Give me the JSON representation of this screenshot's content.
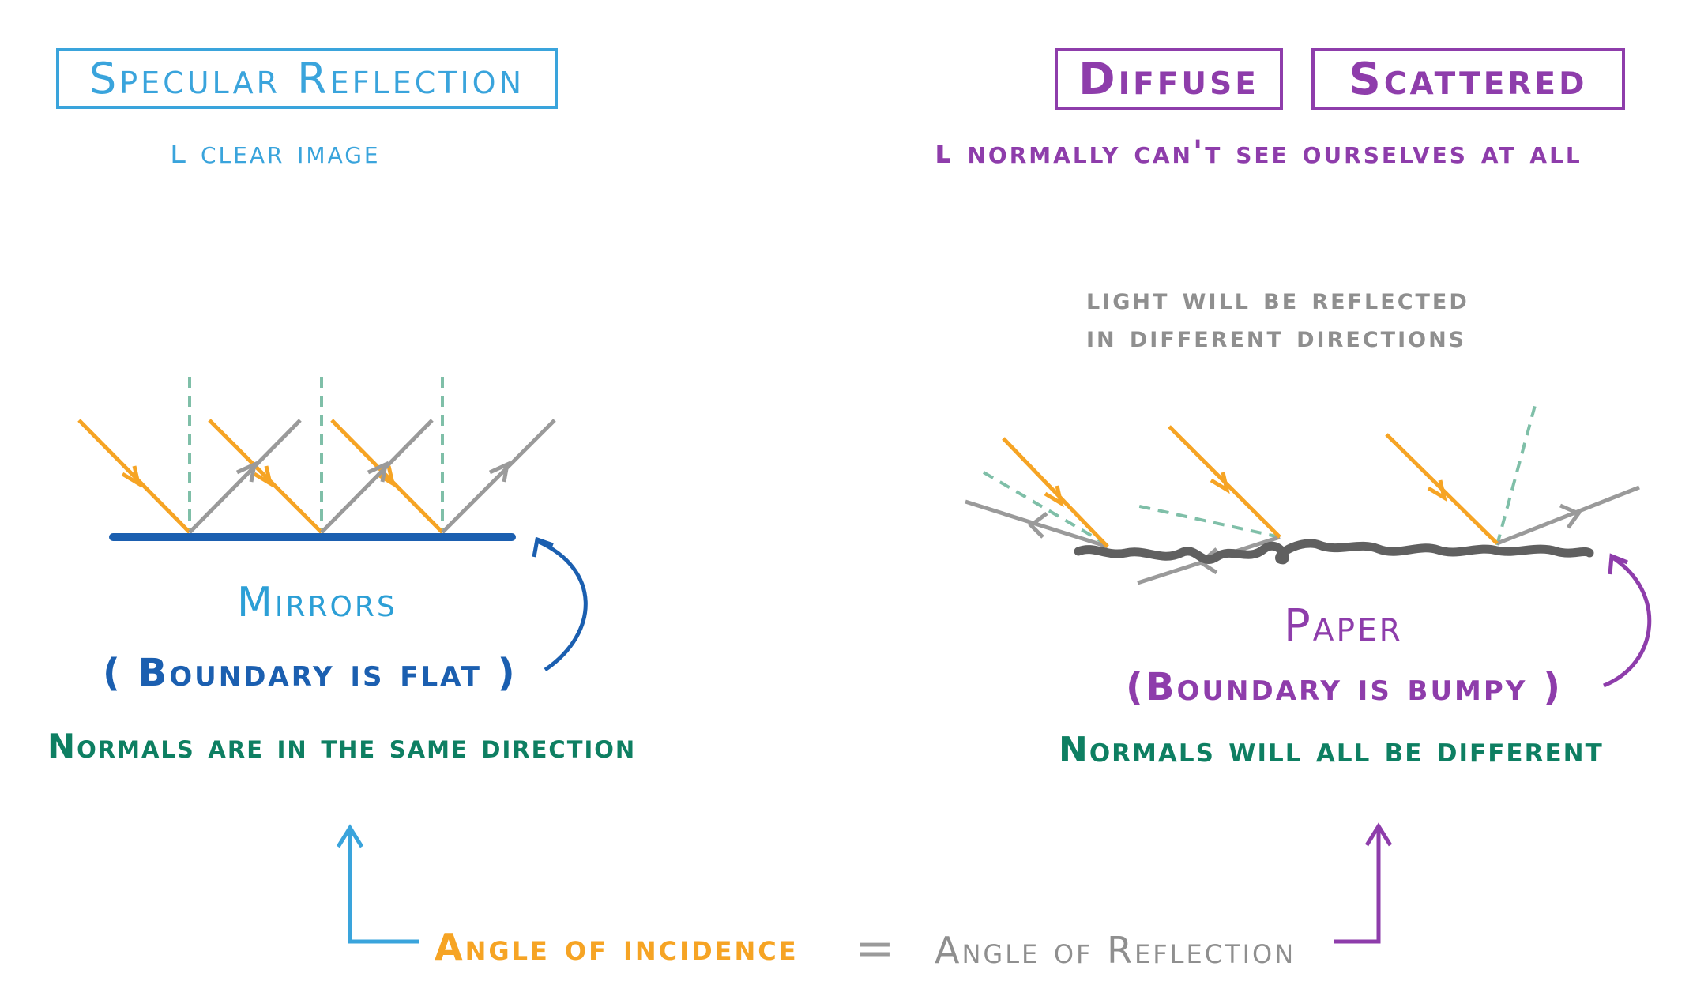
{
  "specular": {
    "title": "Specular Reflection",
    "note": "ʟ clear image",
    "surface_label": "Mirrors",
    "boundary": "( Boundary is flat )",
    "normals": "Normals are in the same direction"
  },
  "diffuse": {
    "title_1": "Diffuse",
    "title_2": "Scattered",
    "note": "ʟ normally can't see ourselves at all",
    "light_line_1": "light will be reflected",
    "light_line_2": "in different directions",
    "surface_label": "Paper",
    "boundary": "(Boundary is bumpy )",
    "normals": "Normals will all be different"
  },
  "law": {
    "incidence": "Angle of incidence",
    "equals": "=",
    "reflection": "Angle of Reflection"
  },
  "colors": {
    "blue": "#3aa4dc",
    "dark_blue": "#1b5fb0",
    "purple": "#8e3dab",
    "green": "#0e7f62",
    "orange": "#f6a424",
    "gray": "#8f8f8f",
    "normal_dashes": "#7fbfa8"
  }
}
